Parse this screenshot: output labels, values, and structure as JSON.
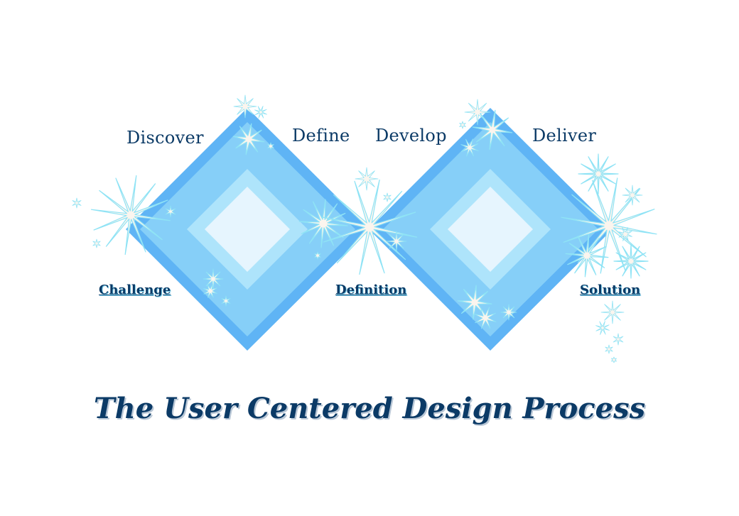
{
  "diagram": {
    "phases": [
      "Discover",
      "Define",
      "Develop",
      "Deliver"
    ],
    "milestones": [
      "Challenge",
      "Definition",
      "Solution"
    ],
    "title": "The User Centered Design Process",
    "colors": {
      "outer": "#5fb4f5",
      "middle": "#86cff8",
      "inner": "#aee4fb",
      "core": "#e6f5fe",
      "text": "#0b3a66",
      "sparkle_fill": "#fbf5ee",
      "sparkle_stroke": "#8fe3f5"
    }
  }
}
